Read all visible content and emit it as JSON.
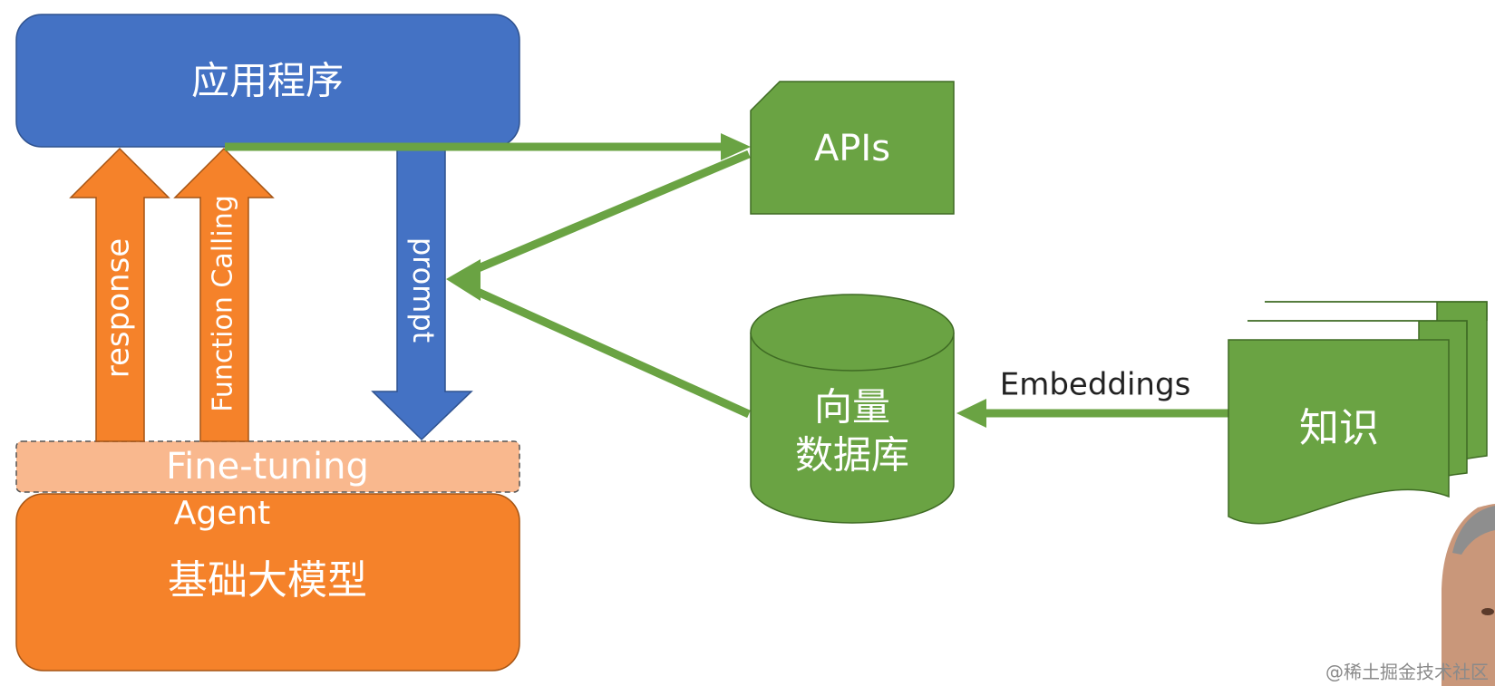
{
  "nodes": {
    "application": "应用程序",
    "apis": "APIs",
    "vector_db_line1": "向量",
    "vector_db_line2": "数据库",
    "knowledge": "知识",
    "base_model": "基础大模型",
    "fine_tuning": "Fine-tuning",
    "agent": "Agent"
  },
  "arrows": {
    "response": "response",
    "function_calling": "Function Calling",
    "prompt": "prompt",
    "embeddings": "Embeddings"
  },
  "watermark": "@稀土掘金技术社区",
  "colors": {
    "blue": "#4472C4",
    "orange": "#F5822A",
    "light_orange": "#F9B88E",
    "green": "#6AA343",
    "green_dark": "#3F6B24"
  }
}
